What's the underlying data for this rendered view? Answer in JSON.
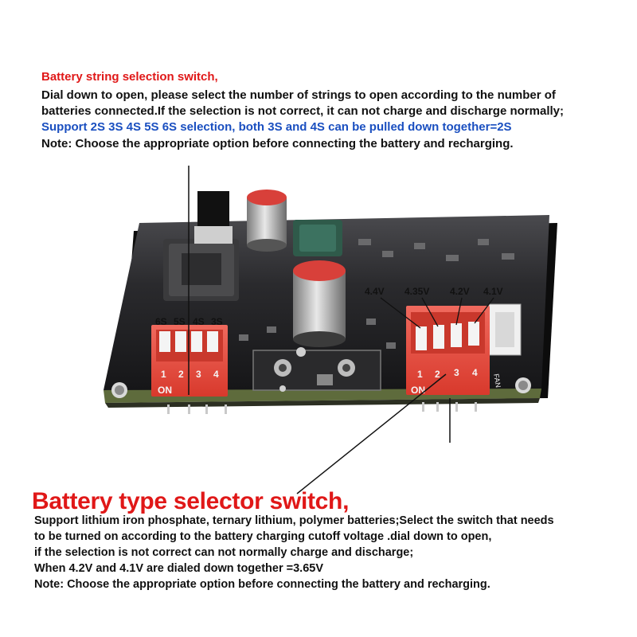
{
  "top_note": {
    "title": "Battery string selection switch,",
    "line1": "Dial down to open, please select the number of strings to open according to the number of",
    "line2": "batteries connected.If the selection is not correct, it can not charge and discharge normally;",
    "line3": "Support 2S 3S 4S 5S 6S selection, both 3S and 4S can be pulled down together=2S",
    "line4": "Note: Choose the appropriate option before connecting the battery and recharging."
  },
  "string_switch": {
    "labels": [
      "6S",
      "5S",
      "4S",
      "3S"
    ],
    "numbers": [
      "1",
      "2",
      "3",
      "4"
    ],
    "on_label": "ON"
  },
  "type_switch": {
    "labels": [
      "4.4V",
      "4.35V",
      "4.2V",
      "4.1V"
    ],
    "numbers": [
      "1",
      "2",
      "3",
      "4"
    ],
    "on_label": "ON"
  },
  "board": {
    "fan_label": "FAN"
  },
  "bottom_note": {
    "title": "Battery type selector switch,",
    "line1": "Support lithium iron phosphate, ternary lithium, polymer batteries;Select the switch that needs",
    "line2": "to be turned on according to the battery charging cutoff voltage .dial down to open,",
    "line3": "if the selection is not correct can not normally charge and discharge;",
    "line4": "When 4.2V and 4.1V are dialed down together =3.65V",
    "line5": "Note: Choose the appropriate option before connecting the battery and recharging."
  },
  "colors": {
    "title_red": "#e01818",
    "highlight_blue": "#1a4fc0",
    "switch_red": "#e0463a",
    "pcb_black": "#1c1c1e"
  }
}
